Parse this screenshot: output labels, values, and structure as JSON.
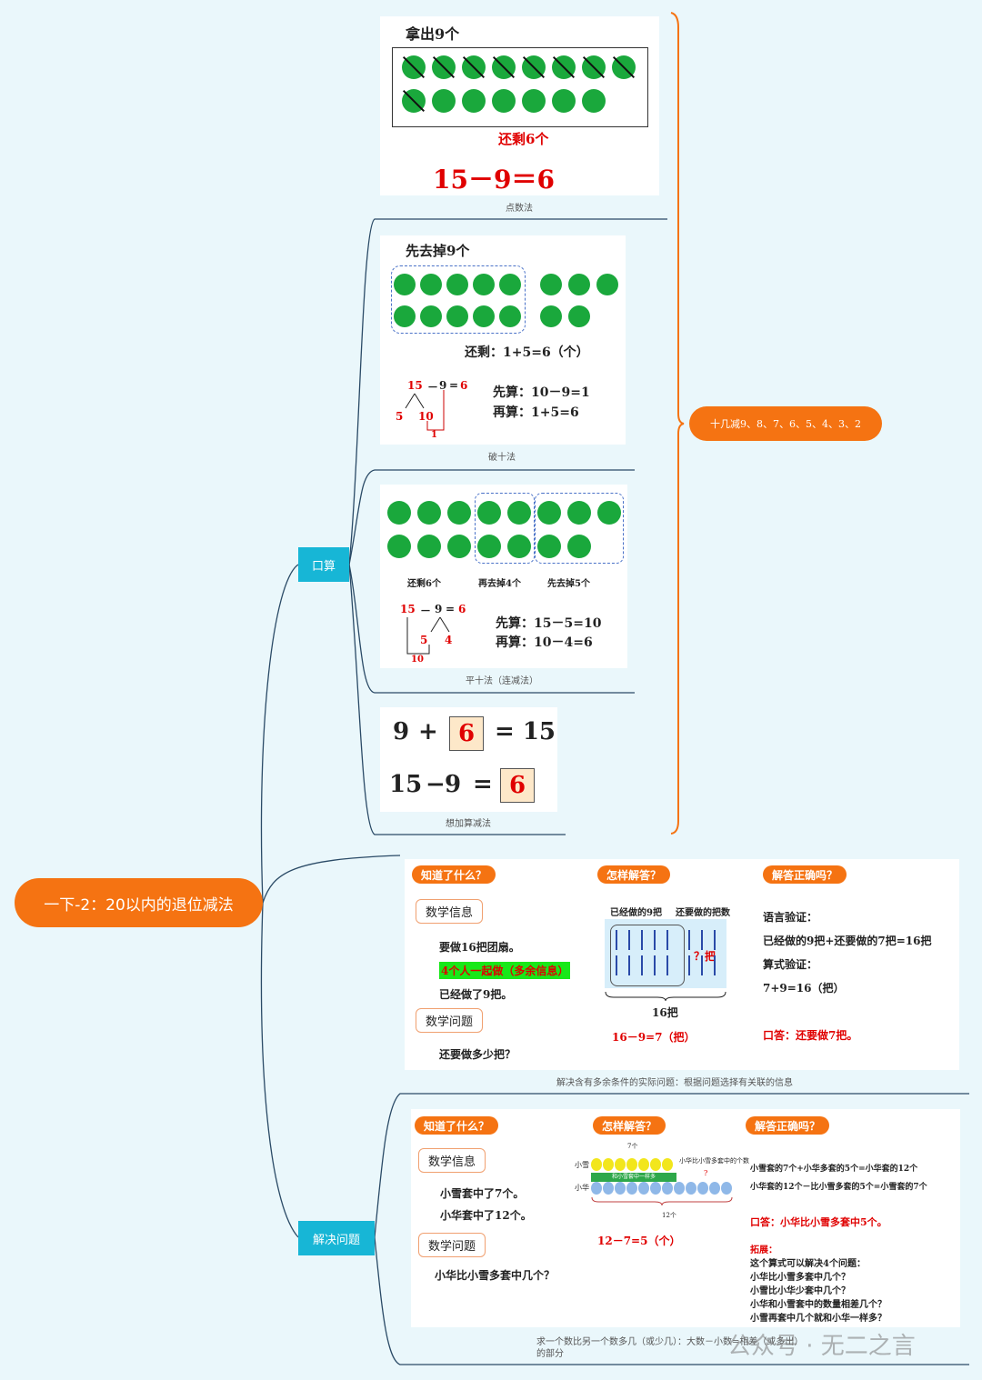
{
  "root": "一下-2：20以内的退位减法",
  "branches": {
    "kousuan": "口算",
    "jiejue": "解决问题"
  },
  "summary_pill": "十几减9、8、7、6、5、4、3、2",
  "card1": {
    "title": "拿出9个",
    "remain": "还剩6个",
    "equation": "15－9＝6",
    "caption": "点数法"
  },
  "card2": {
    "title": "先去掉9个",
    "remain": "还剩：1+5=6（个）",
    "eq_a": "15",
    "eq_op": "－",
    "eq_b": "9",
    "eq_eq": "=",
    "eq_r": "6",
    "split1": "5",
    "split2": "10",
    "split3": "1",
    "first": "先算：10－9=1",
    "then": "再算：1+5=6",
    "caption": "破十法"
  },
  "card3": {
    "label_left": "还剩6个",
    "label_mid": "再去掉4个",
    "label_right": "先去掉5个",
    "eq_a": "15",
    "eq_op": "－",
    "eq_b": "9",
    "eq_eq": "=",
    "eq_r": "6",
    "split1": "5",
    "split2": "4",
    "split3": "10",
    "first": "先算：15－5=10",
    "then": "再算：10－4=6",
    "caption": "平十法（连减法）"
  },
  "card4": {
    "a": "9",
    "plus": "+",
    "box": "6",
    "sum": "= 15",
    "b": "15",
    "minus": "−",
    "c": "9",
    "eq": "=",
    "box2": "6",
    "caption": "想加算减法"
  },
  "card5": {
    "tag1": "知道了什么？",
    "tag2": "怎样解答？",
    "tag3": "解答正确吗？",
    "info_tag": "数学信息",
    "l1": "要做16把团扇。",
    "l2": "4个人一起做（多余信息）",
    "l3": "已经做了9把。",
    "q_tag": "数学问题",
    "q": "还要做多少把？",
    "diag_left": "已经做的9把",
    "diag_right": "还要做的把数",
    "diag_q": "？把",
    "diag_total": "16把",
    "eq": "16－9=7（把）",
    "v1": "语言验证：",
    "v2": "已经做的9把+还要做的7把=16把",
    "v3": "算式验证：",
    "v4": "7+9=16（把）",
    "ans": "口答：还要做7把。",
    "caption": "解决含有多余条件的实际问题：根据问题选择有关联的信息"
  },
  "card6": {
    "tag1": "知道了什么？",
    "tag2": "怎样解答？",
    "tag3": "解答正确吗？",
    "info_tag": "数学信息",
    "l1": "小雪套中了7个。",
    "l2": "小华套中了12个。",
    "q_tag": "数学问题",
    "q": "小华比小雪多套中几个？",
    "d_top": "7个",
    "d_xue": "小雪",
    "d_hua": "小华",
    "d_mid": "和小雪套中一样多",
    "d_note": "小华比小雪多套中的个数",
    "d_q": "?",
    "d_bottom": "12个",
    "eq": "12－7=5（个）",
    "r1": "小雪套的7个+小华多套的5个=小华套的12个",
    "r2": "小华套的12个－比小雪多套的5个=小雪套的7个",
    "ans": "口答：小华比小雪多套中5个。",
    "ext": "拓展：",
    "e1": "这个算式可以解决4个问题：",
    "e2": "小华比小雪多套中几个？",
    "e3": "小雪比小华少套中几个？",
    "e4": "小华和小雪套中的数量相差几个？",
    "e5": "小雪再套中几个就和小华一样多？",
    "caption1": "求一个数比另一个数多几（或少几）：大数－小数=相差（或多出）",
    "caption2": "的部分"
  },
  "watermark": "公众号 · 无二之言"
}
